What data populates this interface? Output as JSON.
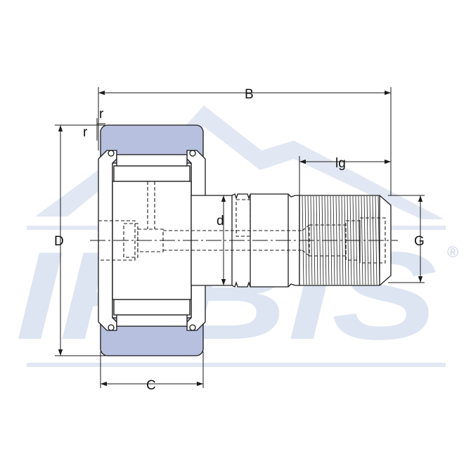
{
  "diagram": {
    "labels": {
      "B": "B",
      "r_top": "r",
      "r_side": "r",
      "lg": "lg",
      "D": "D",
      "d": "d",
      "G": "G",
      "C": "C"
    },
    "watermark": {
      "text": "IRBIS",
      "registered_mark": "®"
    },
    "colors": {
      "outer_ring": "#b7c0df",
      "watermark": "#dde4f2",
      "line": "#1a1a1a"
    }
  }
}
